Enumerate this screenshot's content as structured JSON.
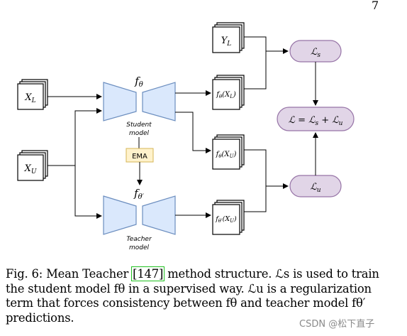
{
  "page_number": "7",
  "nodes": {
    "xl": "X_L",
    "xu": "X_U",
    "yl": "Y_L",
    "f_theta_xl": "f_θ(X_L)",
    "f_theta_xu": "f_θ(X_U)",
    "f_theta_prime_xu": "f_θ′(X_U)",
    "student_symbol": "f_θ",
    "teacher_symbol": "f_θ′",
    "student_label_line1": "Student",
    "student_label_line2": "model",
    "teacher_label_line1": "Teacher",
    "teacher_label_line2": "model",
    "ema": "EMA",
    "loss_s": "ℒ_s",
    "loss_u": "ℒ_u",
    "loss_total": "ℒ = ℒ_s + ℒ_u"
  },
  "caption": {
    "prefix": "Fig. 6: Mean Teacher ",
    "citation": "[147]",
    "text": " method structure. ℒs is used to train the student model fθ in a supervised way. ℒu is a regularization term that forces consistency between fθ and teacher model fθ′ predictions."
  },
  "watermark": "CSDN @松下直子",
  "colors": {
    "encoder_fill": "#dae8fc",
    "encoder_stroke": "#6c8ebf",
    "ema_fill": "#fff2cc",
    "ema_stroke": "#d6b656",
    "loss_fill": "#e1d5e7",
    "loss_stroke": "#9673a6",
    "citation_box": "#22c022"
  }
}
